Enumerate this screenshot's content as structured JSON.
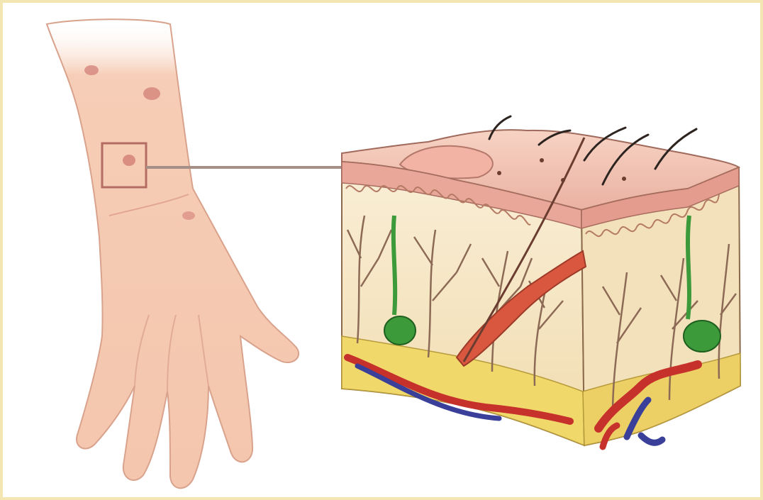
{
  "figure": {
    "kind": "skin-rash-illustration",
    "components": [
      "hand-and-wrist",
      "magnifier-box",
      "connector-line",
      "skin-cross-section"
    ],
    "colors": {
      "border": "#f3e6b3",
      "skin": "#f6cdb6",
      "skin_shadow": "#d99f86",
      "rash": "#d07a72",
      "epidermis": "#e9a79a",
      "dermis": "#f7e7c4",
      "fat_layer": "#f0d96a",
      "vessel_red": "#c6312b",
      "vessel_blue": "#3a3f9a",
      "gland_green": "#3d9a3a",
      "hair": "#2d2420"
    }
  }
}
